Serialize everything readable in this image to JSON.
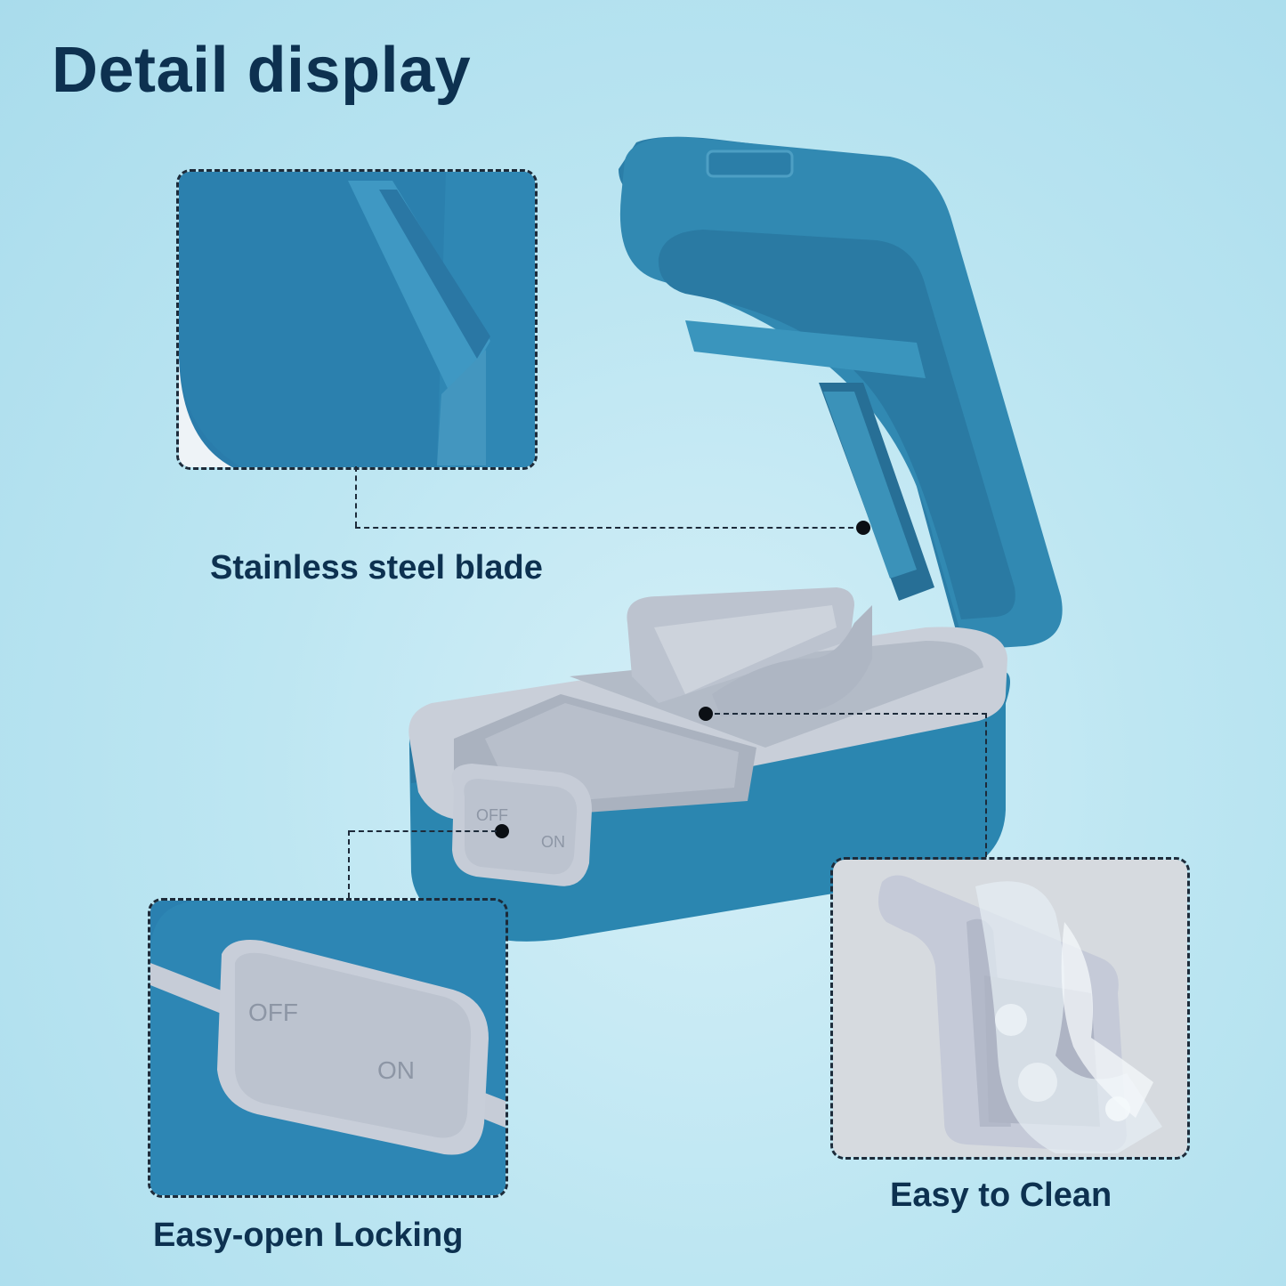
{
  "title": "Detail display",
  "features": {
    "blade": "Stainless steel blade",
    "clean": "Easy to Clean",
    "locking": "Easy-open Locking"
  },
  "lock_labels": {
    "off": "OFF",
    "on": "ON"
  },
  "colors": {
    "text": "#0d3150",
    "body_blue": "#2d89b3",
    "lid_blue": "#2f86ae",
    "tray_grey": "#bfc7d3",
    "background": "#bfe7f3"
  }
}
